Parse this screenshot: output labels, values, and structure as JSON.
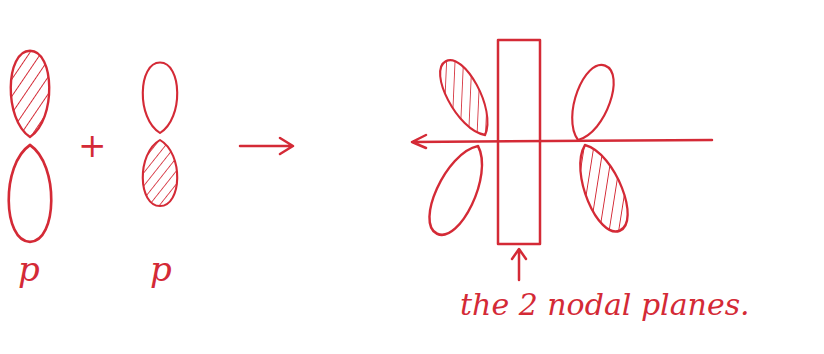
{
  "diagram": {
    "labels": [
      "p",
      "+",
      "p",
      "the 2 nodal planes."
    ]
  }
}
